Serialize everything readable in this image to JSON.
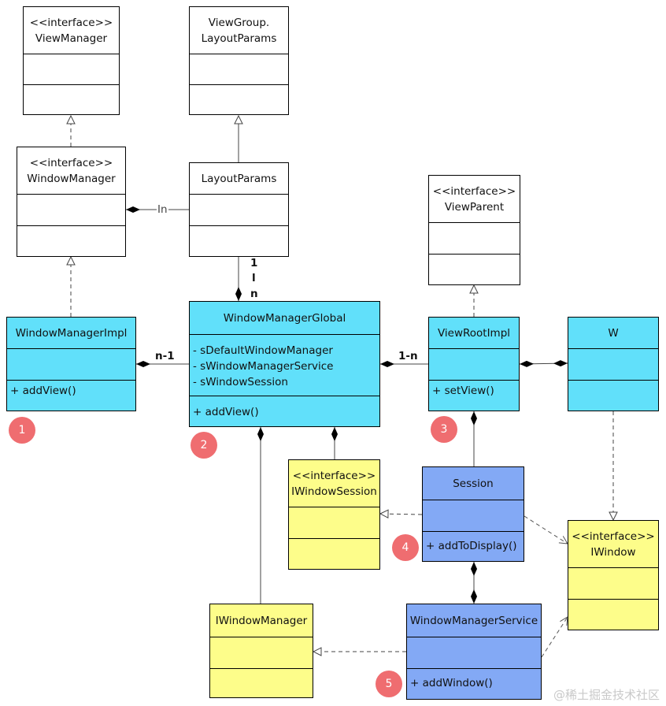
{
  "classes": {
    "view_manager": {
      "stereotype": "<<interface>>",
      "name": "ViewManager"
    },
    "viewgroup_layout_params": {
      "name_line1": "ViewGroup.",
      "name_line2": "LayoutParams"
    },
    "window_manager": {
      "stereotype": "<<interface>>",
      "name": "WindowManager"
    },
    "layout_params": {
      "name": "LayoutParams"
    },
    "view_parent": {
      "stereotype": "<<interface>>",
      "name": "ViewParent"
    },
    "window_manager_impl": {
      "name": "WindowManagerImpl",
      "methods": [
        "+  addView()"
      ]
    },
    "window_manager_global": {
      "name": "WindowManagerGlobal",
      "attributes": [
        "-  sDefaultWindowManager",
        "-  sWindowManagerService",
        "-  sWindowSession"
      ],
      "methods": [
        "+  addView()"
      ]
    },
    "view_root_impl": {
      "name": "ViewRootImpl",
      "methods": [
        "+  setView()"
      ]
    },
    "w": {
      "name": "W"
    },
    "iwindow_session": {
      "stereotype": "<<interface>>",
      "name": "IWindowSession"
    },
    "session": {
      "name": "Session",
      "methods": [
        "+  addToDisplay()"
      ]
    },
    "iwindow": {
      "stereotype": "<<interface>>",
      "name": "IWindow"
    },
    "iwindow_manager": {
      "name": "IWindowManager"
    },
    "window_manager_service": {
      "name": "WindowManagerService",
      "methods": [
        "+  addWindow()"
      ]
    }
  },
  "labels": {
    "in": "In",
    "mult_1": "1",
    "mult_l": "l",
    "mult_n": "n",
    "mult_n1": "n-1",
    "mult_1n": "1-n"
  },
  "badges": [
    "1",
    "2",
    "3",
    "4",
    "5"
  ],
  "watermark": "@稀土掘金技术社区",
  "colors": {
    "cyan_fill": "#61e0fa",
    "yellow_fill": "#fdfd8a",
    "blue_fill": "#83a9f5",
    "badge_fill": "#ef6d70"
  }
}
